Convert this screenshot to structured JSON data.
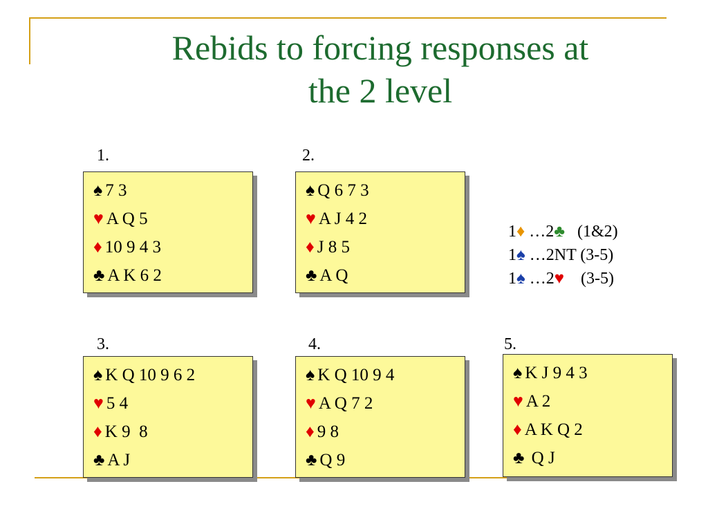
{
  "slide": {
    "title_line1": "Rebids to forcing responses at",
    "title_line2": "the  2 level",
    "colors": {
      "title": "#1d6b2f",
      "rule": "#d4a017",
      "card": "#fdf99a"
    }
  },
  "hands": [
    {
      "number": "1.",
      "spades": "7 3",
      "hearts": "A Q 5",
      "diamonds": "10 9 4 3",
      "clubs": "A K 6 2"
    },
    {
      "number": "2.",
      "spades": "Q 6 7 3",
      "hearts": "A J 4 2",
      "diamonds": "J 8 5",
      "clubs": "A Q"
    },
    {
      "number": "3.",
      "spades": "K Q 10 9 6 2",
      "hearts": "5 4",
      "diamonds": "K 9  8",
      "clubs": "A J"
    },
    {
      "number": "4.",
      "spades": "K Q 10 9 4",
      "hearts": "A Q 7 2",
      "diamonds": "9 8",
      "clubs": "Q 9"
    },
    {
      "number": "5.",
      "spades": "K J 9 4 3",
      "hearts": "A 2",
      "diamonds": "A K Q 2",
      "clubs": " Q J"
    }
  ],
  "sequences": [
    {
      "open": "1",
      "resp": "…2",
      "tail": "   (1&2)"
    },
    {
      "open": "1",
      "resp": "…2NT (3-5)",
      "tail": ""
    },
    {
      "open": "1",
      "resp": "…2",
      "tail": "    (3-5)"
    }
  ],
  "icons": {
    "spade": "spade-icon",
    "heart": "heart-icon",
    "diamond": "diamond-icon",
    "club": "club-icon"
  }
}
